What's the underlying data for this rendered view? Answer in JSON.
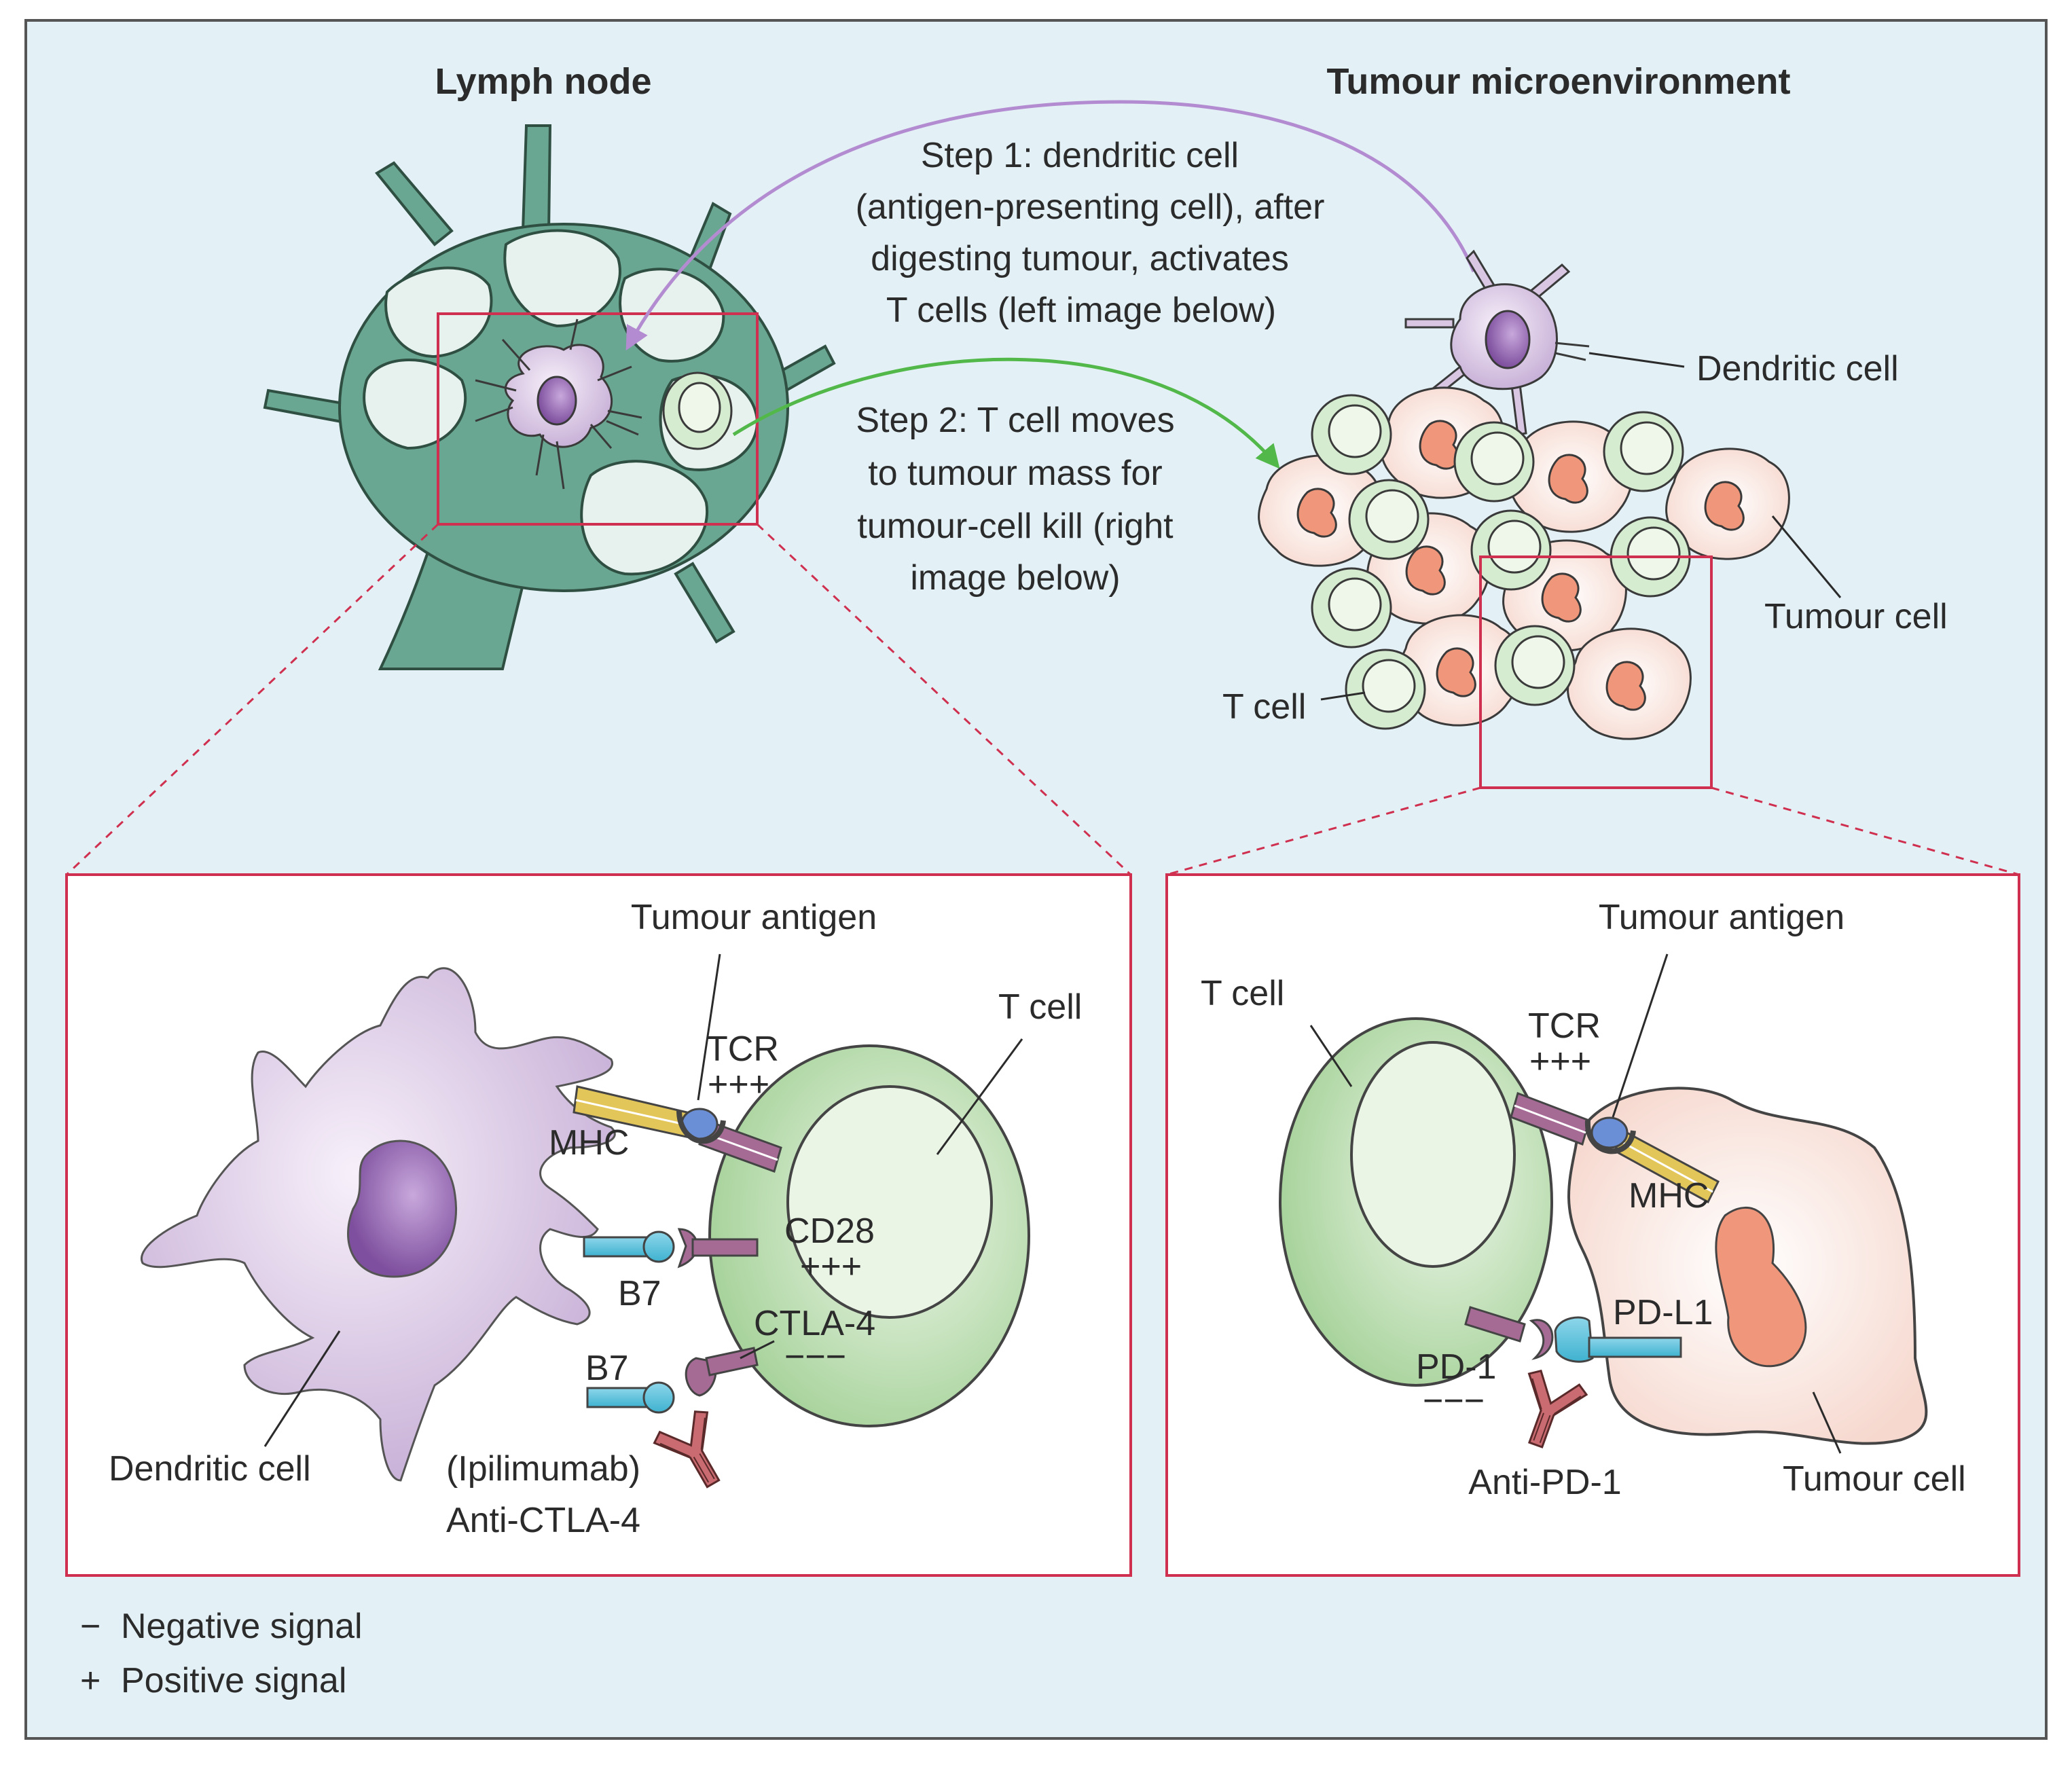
{
  "headers": {
    "lymph_node": "Lymph node",
    "tumour_microenvironment": "Tumour microenvironment"
  },
  "steps": {
    "step1": [
      "Step 1: dendritic cell",
      "(antigen-presenting cell), after",
      "digesting tumour, activates",
      "T cells (left image below)"
    ],
    "step2": [
      "Step 2: T cell moves",
      "to tumour mass for",
      "tumour-cell kill (right",
      "image below)"
    ]
  },
  "top_labels": {
    "dendritic_cell": "Dendritic cell",
    "tumour_cell": "Tumour cell",
    "t_cell": "T cell"
  },
  "left_panel": {
    "tumour_antigen": "Tumour antigen",
    "tcr": "TCR",
    "tcr_signal": "+++",
    "t_cell": "T cell",
    "mhc": "MHC",
    "cd28": "CD28",
    "cd28_signal": "+++",
    "b7_upper": "B7",
    "ctla4": "CTLA-4",
    "ctla4_signal": "−−−",
    "b7_lower": "B7",
    "dendritic_cell": "Dendritic cell",
    "ipilimumab": "(Ipilimumab)",
    "anti_ctla4": "Anti-CTLA-4"
  },
  "right_panel": {
    "tumour_antigen": "Tumour antigen",
    "t_cell": "T cell",
    "tcr": "TCR",
    "tcr_signal": "+++",
    "mhc": "MHC",
    "pdl1": "PD-L1",
    "pd1": "PD-1",
    "pd1_signal": "−−−",
    "anti_pd1": "Anti-PD-1",
    "tumour_cell": "Tumour cell"
  },
  "legend": {
    "negative_symbol": "−",
    "negative_label": "Negative signal",
    "positive_symbol": "+",
    "positive_label": "Positive signal"
  },
  "colors": {
    "background": "#e3f1f6",
    "frame": "#d0304f",
    "lymph_node": "#6aa792",
    "dendritic": "#d8c6e2",
    "nucleus": "#8d63ab",
    "t_cell": "#b8dcb0",
    "tumour": "#f8ddd4",
    "tumour_nucleus": "#f0967a",
    "b7": "#6ec6dc",
    "receptor": "#a56b95",
    "mhc": "#e3c65a",
    "arrow_step1": "#b38bd0",
    "arrow_step2": "#52b84a"
  }
}
